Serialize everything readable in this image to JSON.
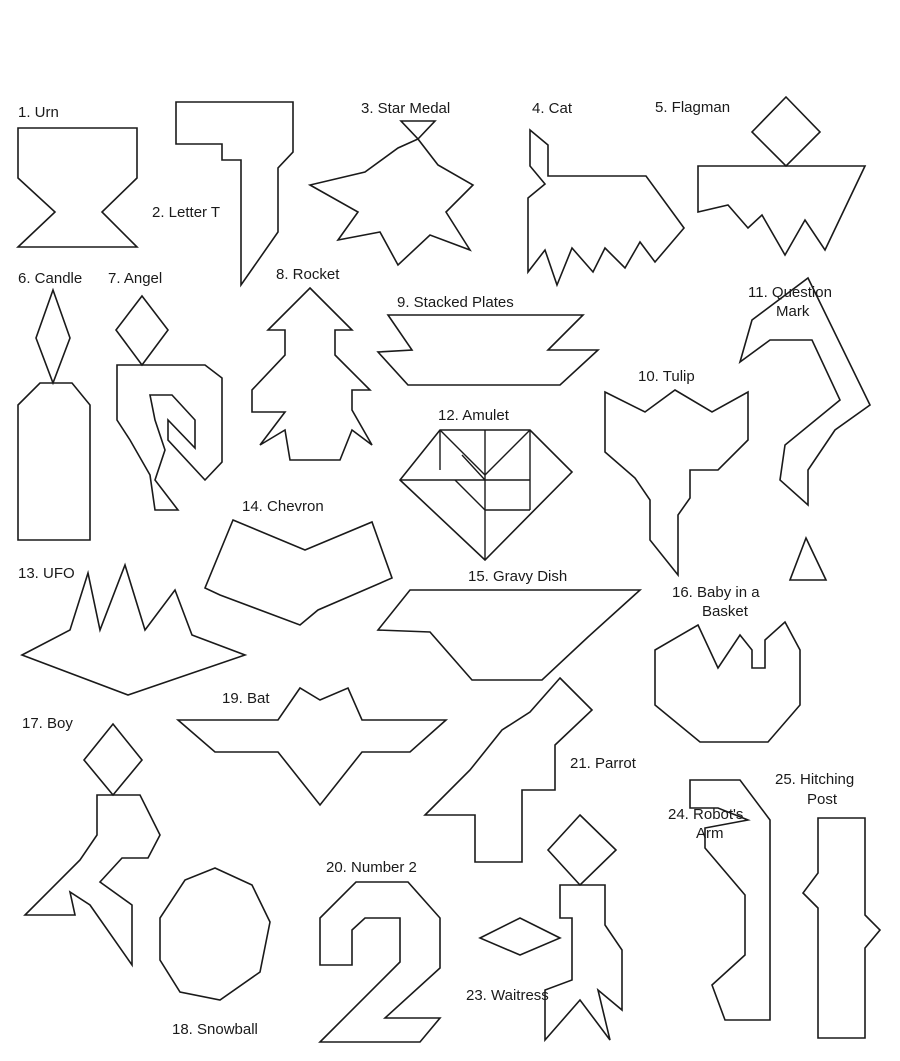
{
  "puzzles": [
    {
      "key": "p1",
      "label": "1. Urn"
    },
    {
      "key": "p2",
      "label": "2. Letter T"
    },
    {
      "key": "p3",
      "label": "3. Star Medal"
    },
    {
      "key": "p4",
      "label": "4. Cat"
    },
    {
      "key": "p5",
      "label": "5. Flagman"
    },
    {
      "key": "p6",
      "label": "6. Candle"
    },
    {
      "key": "p7",
      "label": "7. Angel"
    },
    {
      "key": "p8",
      "label": "8. Rocket"
    },
    {
      "key": "p9",
      "label": "9. Stacked Plates"
    },
    {
      "key": "p10",
      "label": "10. Tulip"
    },
    {
      "key": "p11",
      "label_line1": "11. Question",
      "label_line2": "Mark"
    },
    {
      "key": "p12",
      "label": "12. Amulet"
    },
    {
      "key": "p13",
      "label": "13. UFO"
    },
    {
      "key": "p14",
      "label": "14. Chevron"
    },
    {
      "key": "p15",
      "label": "15. Gravy Dish"
    },
    {
      "key": "p16",
      "label_line1": "16. Baby in a",
      "label_line2": "Basket"
    },
    {
      "key": "p17",
      "label": "17. Boy"
    },
    {
      "key": "p18",
      "label": "18. Snowball"
    },
    {
      "key": "p19",
      "label": "19. Bat"
    },
    {
      "key": "p20",
      "label": "20. Number 2"
    },
    {
      "key": "p21",
      "label": "21. Parrot"
    },
    {
      "key": "p23",
      "label": "23. Waitress"
    },
    {
      "key": "p24",
      "label_line1": "24. Robot's",
      "label_line2": "Arm"
    },
    {
      "key": "p25",
      "label_line1": "25. Hitching",
      "label_line2": "Post"
    }
  ]
}
